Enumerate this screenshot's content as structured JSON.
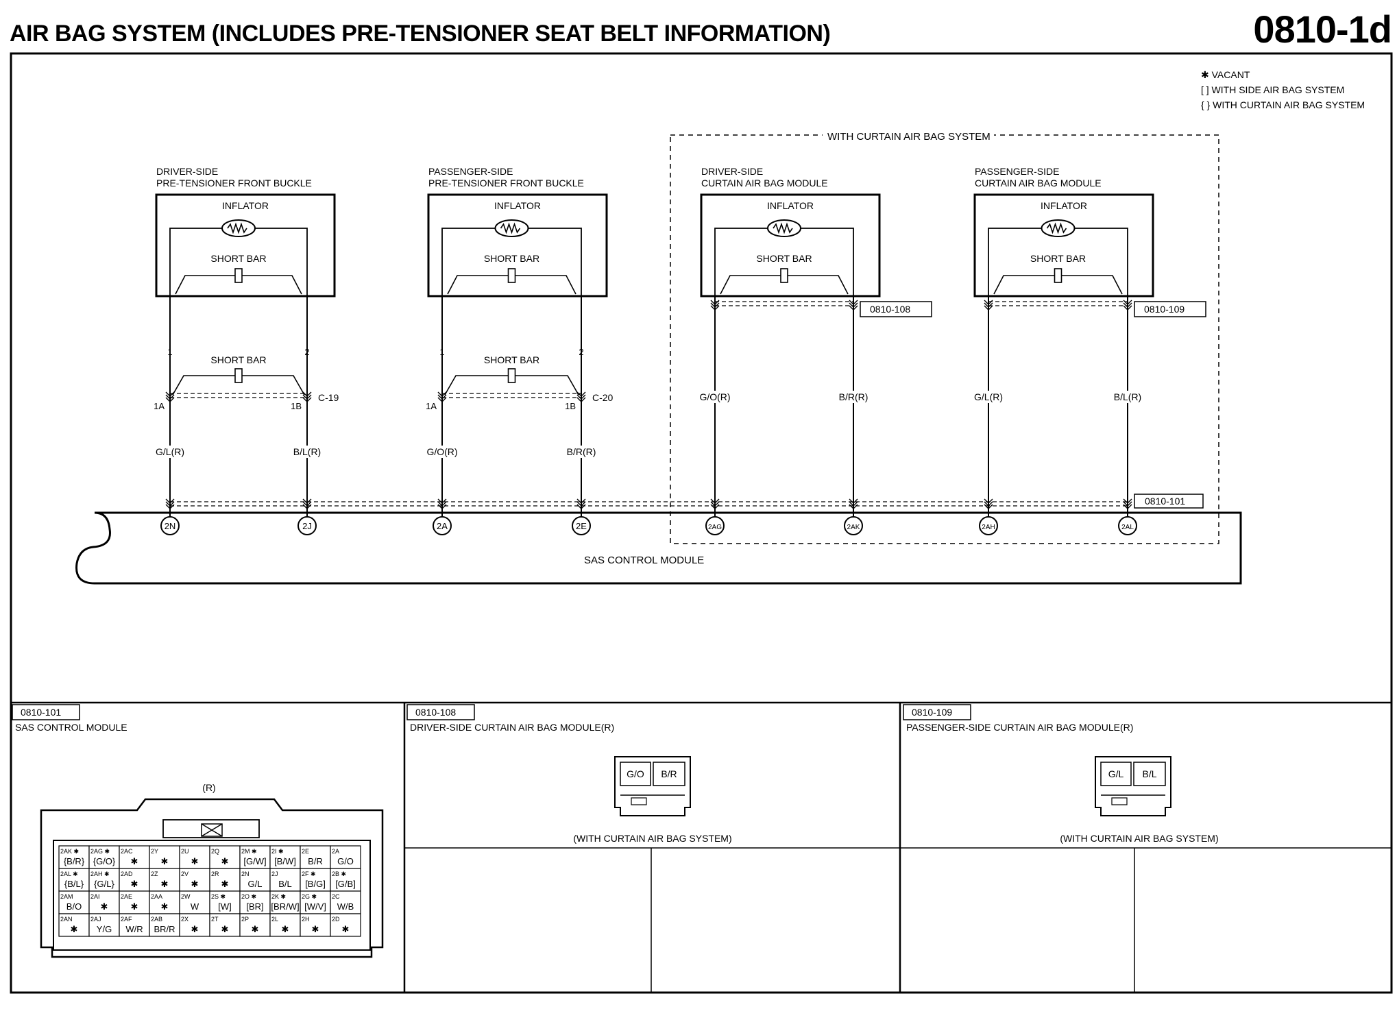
{
  "header": {
    "title": "AIR BAG SYSTEM (INCLUDES PRE-TENSIONER SEAT BELT INFORMATION)",
    "code": "0810-1d"
  },
  "legend": {
    "vacant": "✱ VACANT",
    "side": "[ ] WITH SIDE AIR BAG SYSTEM",
    "curtain": "{ } WITH CURTAIN AIR BAG SYSTEM"
  },
  "curtain_group_label": "WITH CURTAIN AIR BAG SYSTEM",
  "components": [
    {
      "title1": "DRIVER-SIDE",
      "title2": "PRE-TENSIONER FRONT BUCKLE",
      "inflator": "INFLATOR",
      "short_bar": "SHORT BAR"
    },
    {
      "title1": "PASSENGER-SIDE",
      "title2": "PRE-TENSIONER FRONT BUCKLE",
      "inflator": "INFLATOR",
      "short_bar": "SHORT BAR"
    },
    {
      "title1": "DRIVER-SIDE",
      "title2": "CURTAIN AIR BAG MODULE",
      "inflator": "INFLATOR",
      "short_bar": "SHORT BAR",
      "ref": "0810-108"
    },
    {
      "title1": "PASSENGER-SIDE",
      "title2": "CURTAIN AIR BAG MODULE",
      "inflator": "INFLATOR",
      "short_bar": "SHORT BAR",
      "ref": "0810-109"
    }
  ],
  "buckle_connectors": [
    {
      "pin_left": "1",
      "pin_right": "2",
      "short_bar": "SHORT BAR",
      "term_left": "1A",
      "term_right": "1B",
      "connector": "C-19"
    },
    {
      "pin_left": "1",
      "pin_right": "2",
      "short_bar": "SHORT BAR",
      "term_left": "1A",
      "term_right": "1B",
      "connector": "C-20"
    }
  ],
  "wires": [
    {
      "color": "G/L(R)",
      "terminal": "2N"
    },
    {
      "color": "B/L(R)",
      "terminal": "2J"
    },
    {
      "color": "G/O(R)",
      "terminal": "2A"
    },
    {
      "color": "B/R(R)",
      "terminal": "2E"
    },
    {
      "color": "G/O(R)",
      "terminal": "2AG"
    },
    {
      "color": "B/R(R)",
      "terminal": "2AK"
    },
    {
      "color": "G/L(R)",
      "terminal": "2AH"
    },
    {
      "color": "B/L(R)",
      "terminal": "2AL"
    }
  ],
  "sas": {
    "label": "SAS CONTROL MODULE",
    "ref": "0810-101"
  },
  "panels": {
    "p1": {
      "ref": "0810-101",
      "title": "SAS CONTROL MODULE",
      "note": "(R)"
    },
    "p2": {
      "ref": "0810-108",
      "title": "DRIVER-SIDE CURTAIN AIR BAG MODULE(R)",
      "pin1": "G/O",
      "pin2": "B/R",
      "note": "(WITH CURTAIN AIR BAG SYSTEM)"
    },
    "p3": {
      "ref": "0810-109",
      "title": "PASSENGER-SIDE CURTAIN AIR BAG MODULE(R)",
      "pin1": "G/L",
      "pin2": "B/L",
      "note": "(WITH CURTAIN AIR BAG SYSTEM)"
    }
  },
  "sas_pins": [
    [
      {
        "t": "2AK ✱",
        "c": "{B/R}"
      },
      {
        "t": "2AG ✱",
        "c": "{G/O}"
      },
      {
        "t": "2AC",
        "c": "✱"
      },
      {
        "t": "2Y",
        "c": "✱"
      },
      {
        "t": "2U",
        "c": "✱"
      },
      {
        "t": "2Q",
        "c": "✱"
      },
      {
        "t": "2M ✱",
        "c": "[G/W]"
      },
      {
        "t": "2I ✱",
        "c": "[B/W]"
      },
      {
        "t": "2E",
        "c": "B/R"
      },
      {
        "t": "2A",
        "c": "G/O"
      }
    ],
    [
      {
        "t": "2AL ✱",
        "c": "{B/L}"
      },
      {
        "t": "2AH ✱",
        "c": "{G/L}"
      },
      {
        "t": "2AD",
        "c": "✱"
      },
      {
        "t": "2Z",
        "c": "✱"
      },
      {
        "t": "2V",
        "c": "✱"
      },
      {
        "t": "2R",
        "c": "✱"
      },
      {
        "t": "2N",
        "c": "G/L"
      },
      {
        "t": "2J",
        "c": "B/L"
      },
      {
        "t": "2F ✱",
        "c": "[B/G]"
      },
      {
        "t": "2B ✱",
        "c": "[G/B]"
      }
    ],
    [
      {
        "t": "2AM",
        "c": "B/O"
      },
      {
        "t": "2AI",
        "c": "✱"
      },
      {
        "t": "2AE",
        "c": "✱"
      },
      {
        "t": "2AA",
        "c": "✱"
      },
      {
        "t": "2W",
        "c": "W"
      },
      {
        "t": "2S ✱",
        "c": "[W]"
      },
      {
        "t": "2O ✱",
        "c": "[BR]"
      },
      {
        "t": "2K ✱",
        "c": "[BR/W]"
      },
      {
        "t": "2G ✱",
        "c": "[W/V]"
      },
      {
        "t": "2C",
        "c": "W/B"
      }
    ],
    [
      {
        "t": "2AN",
        "c": "✱"
      },
      {
        "t": "2AJ",
        "c": "Y/G"
      },
      {
        "t": "2AF",
        "c": "W/R"
      },
      {
        "t": "2AB",
        "c": "BR/R"
      },
      {
        "t": "2X",
        "c": "✱"
      },
      {
        "t": "2T",
        "c": "✱"
      },
      {
        "t": "2P",
        "c": "✱"
      },
      {
        "t": "2L",
        "c": "✱"
      },
      {
        "t": "2H",
        "c": "✱"
      },
      {
        "t": "2D",
        "c": "✱"
      }
    ]
  ]
}
